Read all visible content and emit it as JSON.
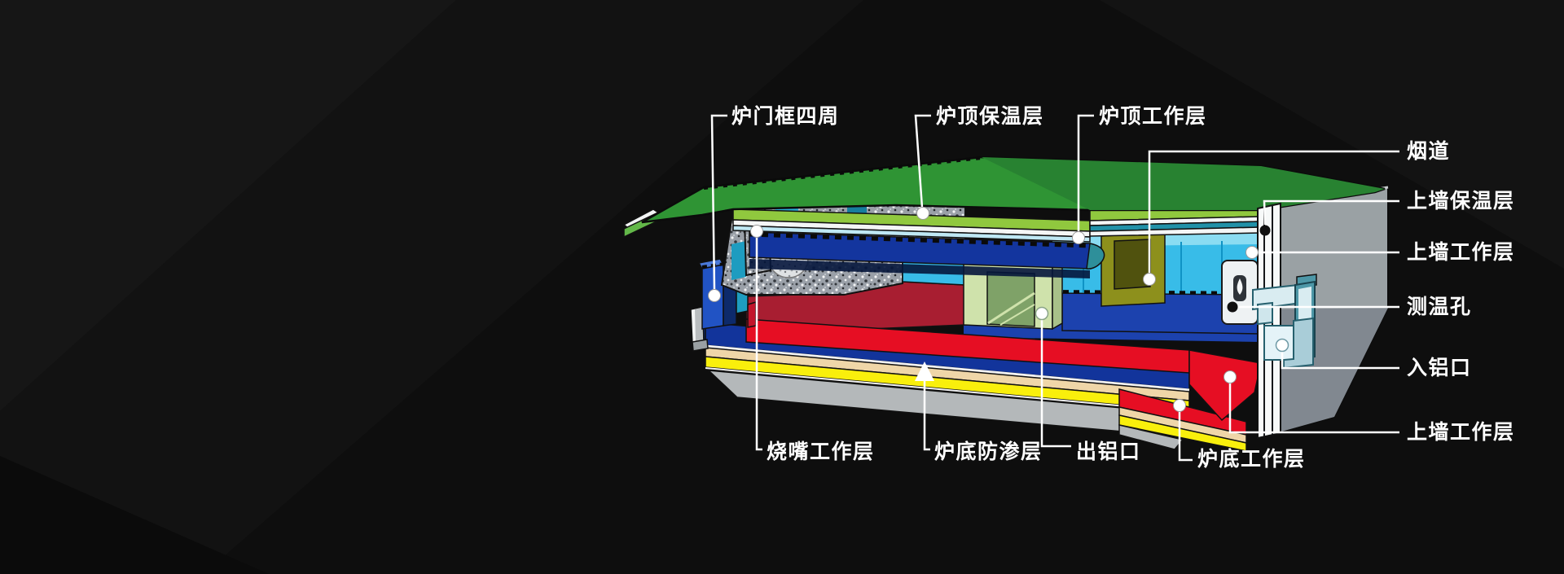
{
  "diagram": {
    "kind": "furnace-lining-cutaway",
    "background": "#0e0e0e"
  },
  "callouts": [
    {
      "id": "furnace-door-frame",
      "label": "炉门框四周"
    },
    {
      "id": "roof-insulation-layer",
      "label": "炉顶保温层"
    },
    {
      "id": "roof-working-layer",
      "label": "炉顶工作层"
    },
    {
      "id": "flue",
      "label": "烟道"
    },
    {
      "id": "upper-wall-insulation-layer",
      "label": "上墙保温层"
    },
    {
      "id": "upper-wall-working-layer",
      "label": "上墙工作层"
    },
    {
      "id": "temperature-measuring-hole",
      "label": "测温孔"
    },
    {
      "id": "aluminum-inlet",
      "label": "入铝口"
    },
    {
      "id": "upper-wall-working-layer-2",
      "label": "上墙工作层"
    },
    {
      "id": "burner-working-layer",
      "label": "烧嘴工作层"
    },
    {
      "id": "bottom-seepage-proof-layer",
      "label": "炉底防渗层"
    },
    {
      "id": "aluminum-outlet",
      "label": "出铝口"
    },
    {
      "id": "bottom-working-layer",
      "label": "炉底工作层"
    }
  ],
  "palette": {
    "background": "#0e0e0e",
    "facet_light": "#161616",
    "facet_mid": "#121212",
    "callout_white": "#ffffff",
    "roof_green": "#2f9434",
    "roof_green_dark": "#288231",
    "roof_insulation": "#90c83e",
    "roof_beam_navy": "#13359e",
    "beam_tip_teal": "#2e8f9a",
    "wall_cyan": "#38bce8",
    "wall_cyan_light": "#8adcf2",
    "wall_blue_band": "#1c42ae",
    "hearth_red": "#e60e23",
    "hearth_crimson": "#a81e31",
    "door_pale_green": "#cfe2ab",
    "door_recess": "#7fa268",
    "flue_olive": "#8d901c",
    "flue_olive_top": "#bcc02c",
    "flue_recess": "#50520e",
    "frame_blue": "#2153c4",
    "frame_navy": "#0d2a6b",
    "frame_teal": "#1e9cc0",
    "base_navy": "#12349b",
    "base_tan": "#efd6a8",
    "base_yellow": "#f9ef0c",
    "base_gray": "#b4b8ba",
    "end_wall_gray": "#9aa1a4",
    "end_wall_shade": "#818890",
    "white_strip": "#f7f9f9",
    "steel_light": "#d9ecf1",
    "steel_teal": "#4d97a7",
    "bracket_steel": "#a9cdd8"
  }
}
